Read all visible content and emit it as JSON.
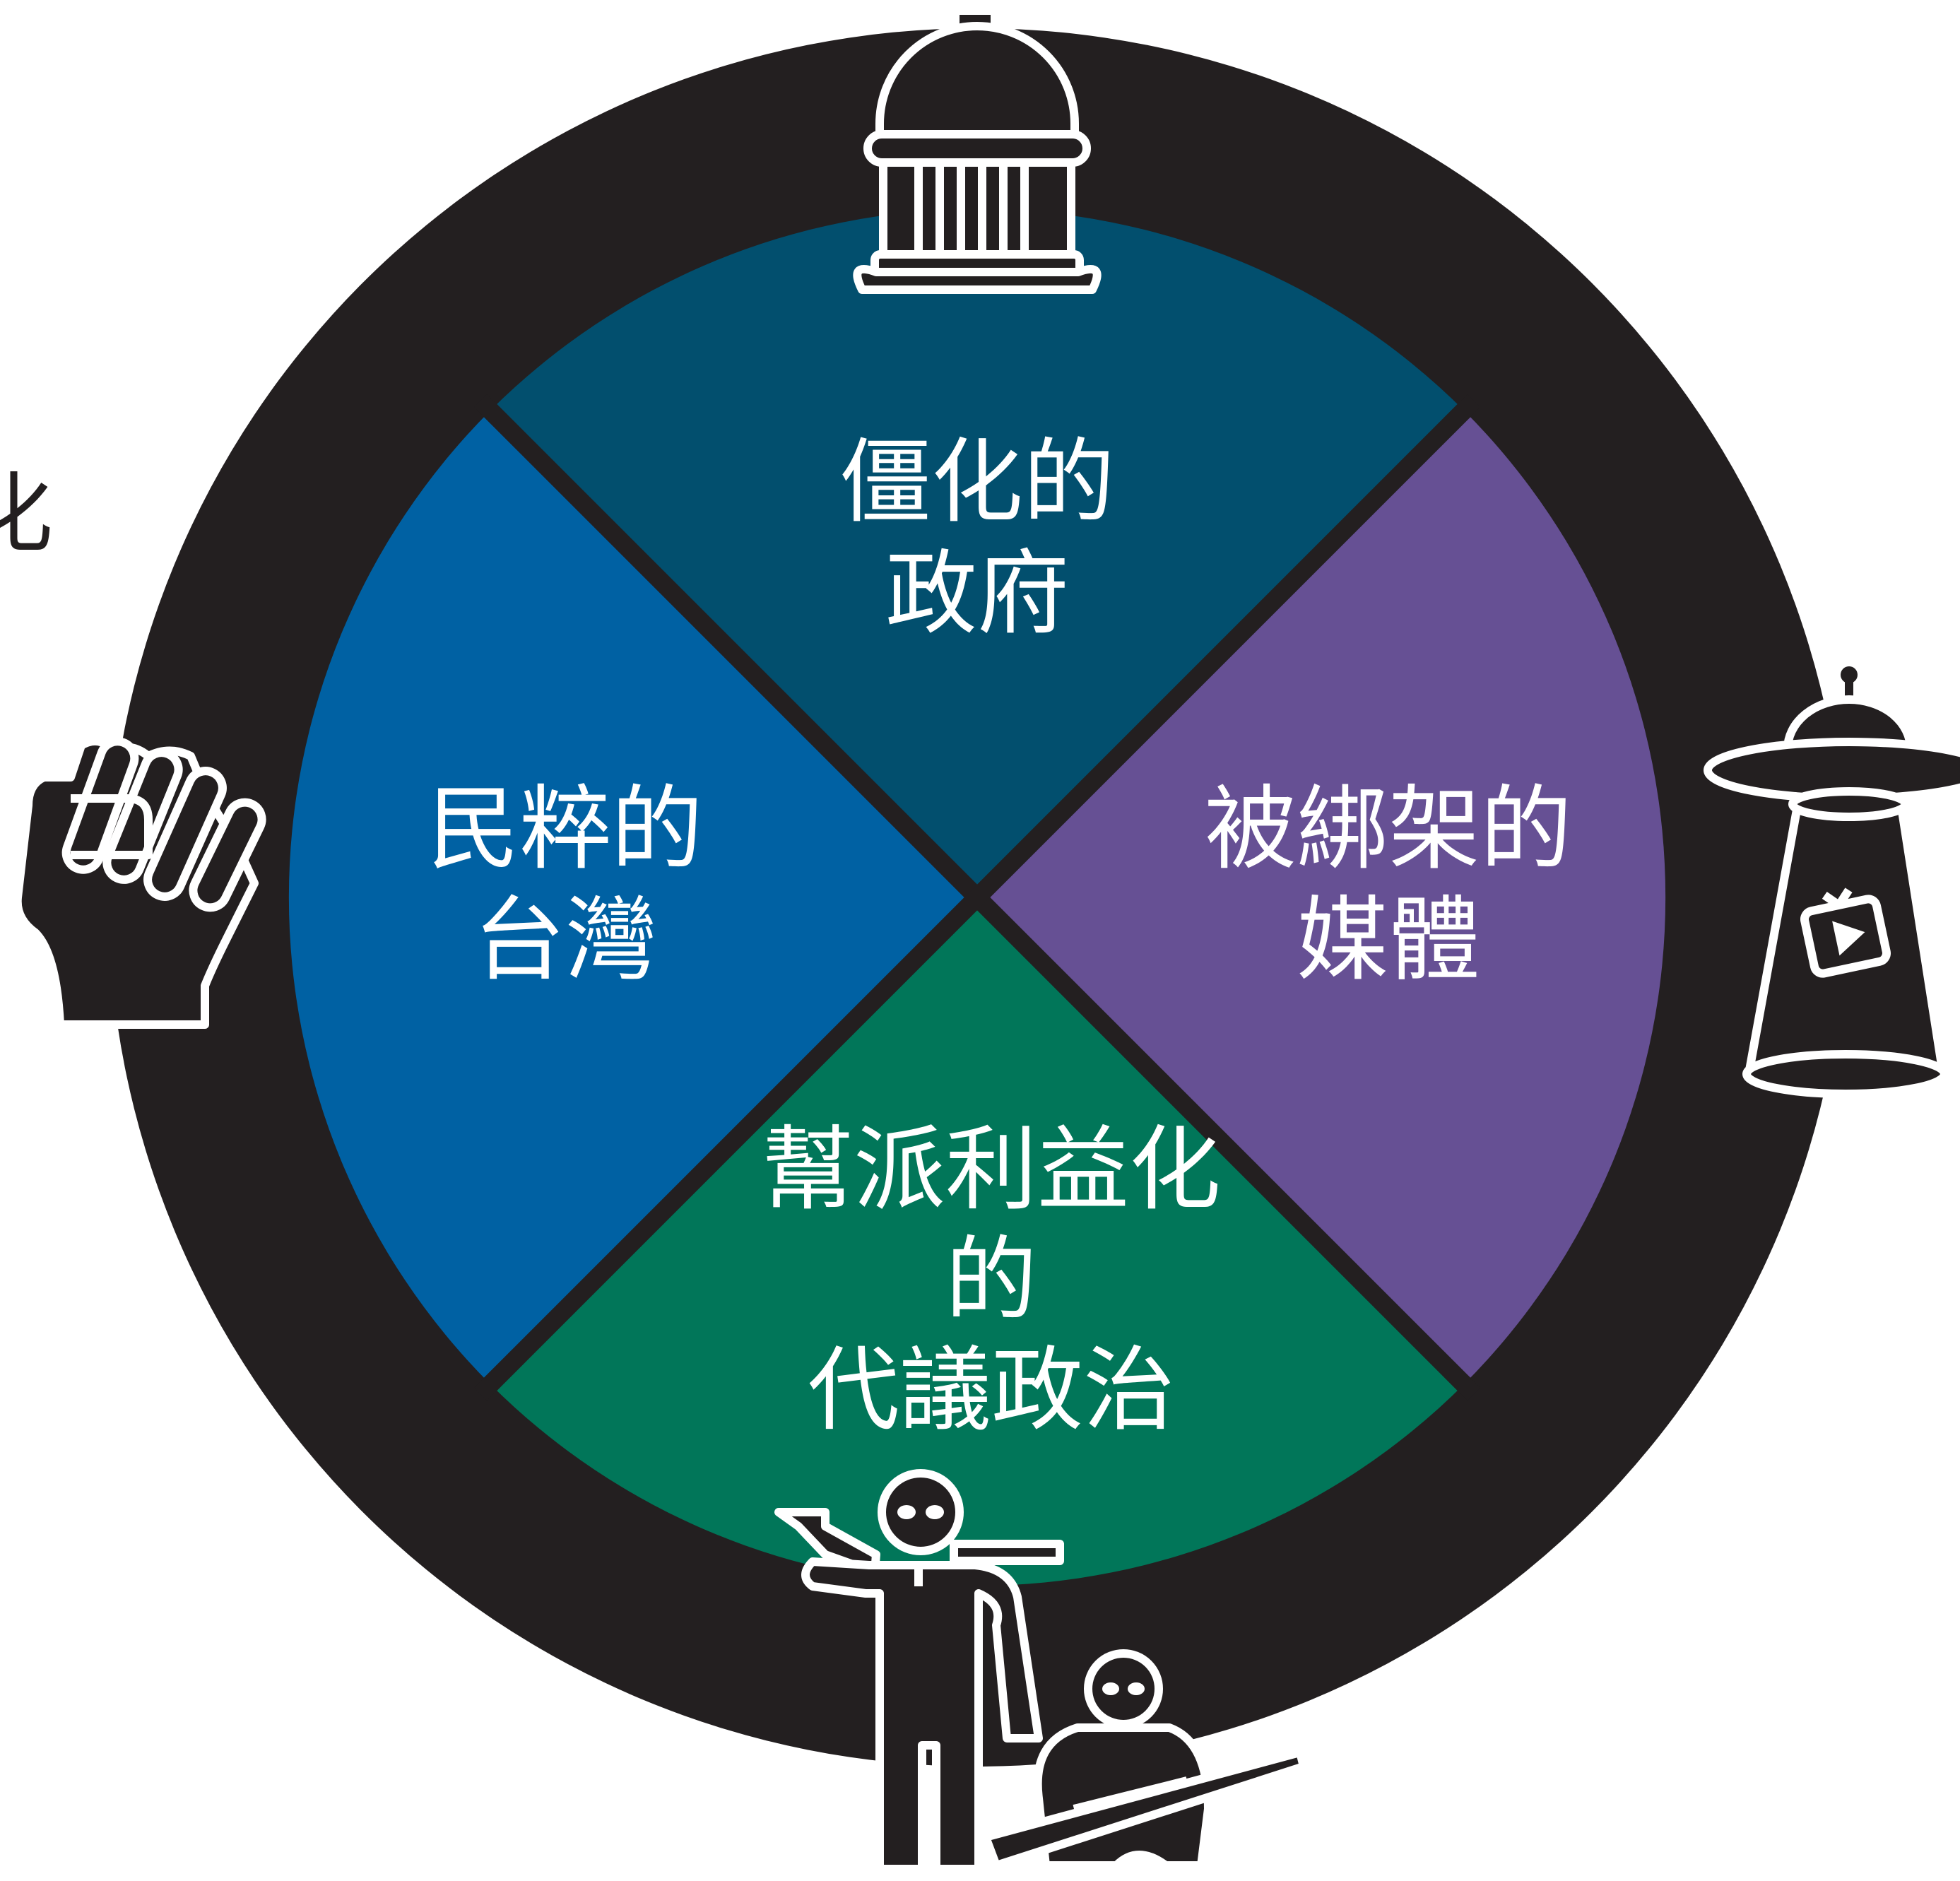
{
  "colors": {
    "ring": "#231f20",
    "top_quadrant": "#024f6e",
    "left_quadrant": "#0061a3",
    "right_quadrant": "#665094",
    "bottom_quadrant": "#017659",
    "text": "#ffffff"
  },
  "quadrants": {
    "top": {
      "line1": "僵化的",
      "line2": "政府"
    },
    "left": {
      "line1": "民粹的",
      "line2": "台灣"
    },
    "right": {
      "line1": "被綁架的",
      "line2": "媒體"
    },
    "bottom": {
      "line1": "幫派利益化",
      "line2": "的",
      "line3": "代議政治"
    }
  },
  "edge_fragment": "化",
  "icons": {
    "top": "government-building-icon",
    "left": "raised-fist-icon",
    "right": "ufo-abducting-tv-icon",
    "bottom": "gangsters-with-weapons-icon"
  }
}
